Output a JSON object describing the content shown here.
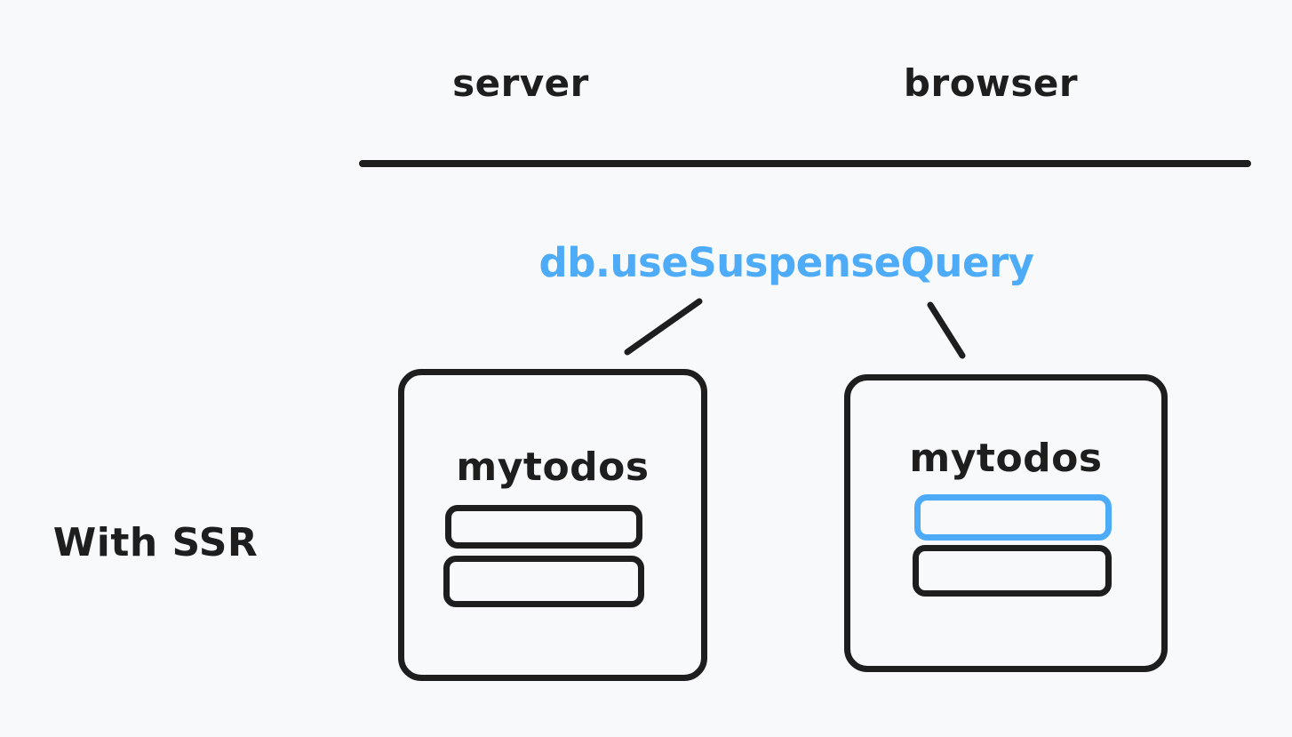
{
  "background_color": "#f8f9fb",
  "ink_color": "#1e1e1e",
  "accent_color": "#4dabf7",
  "header": {
    "server_label": "server",
    "browser_label": "browser"
  },
  "hook": {
    "label": "db.useSuspenseQuery",
    "color": "#4dabf7"
  },
  "side_label": "With SSR",
  "server_box": {
    "title": "mytodos",
    "rows": [
      {
        "outline": "#1e1e1e",
        "highlighted": false
      },
      {
        "outline": "#1e1e1e",
        "highlighted": false
      }
    ]
  },
  "browser_box": {
    "title": "mytodos",
    "rows": [
      {
        "outline": "#4dabf7",
        "highlighted": true
      },
      {
        "outline": "#1e1e1e",
        "highlighted": false
      }
    ]
  }
}
